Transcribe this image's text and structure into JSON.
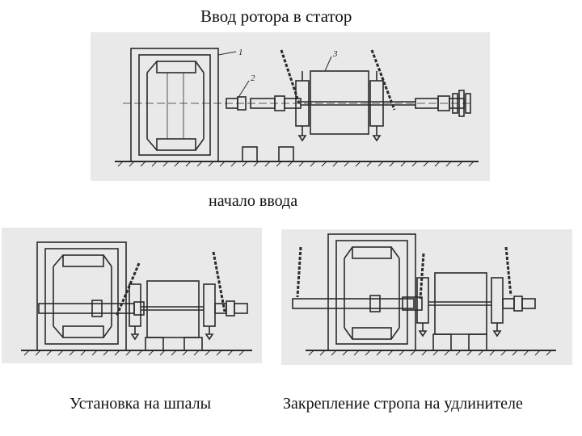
{
  "page": {
    "title": "Ввод ротора в статор"
  },
  "figures": [
    {
      "id": "top",
      "caption": "начало ввода",
      "callouts": [
        "1",
        "2",
        "3"
      ]
    },
    {
      "id": "bottom-left",
      "caption": "Установка на шпалы"
    },
    {
      "id": "bottom-right",
      "caption": "Закрепление стропа на удлинителе"
    }
  ],
  "colors": {
    "ink": "#2a2a2a",
    "paper": "#e9e9e9",
    "background": "#ffffff"
  }
}
